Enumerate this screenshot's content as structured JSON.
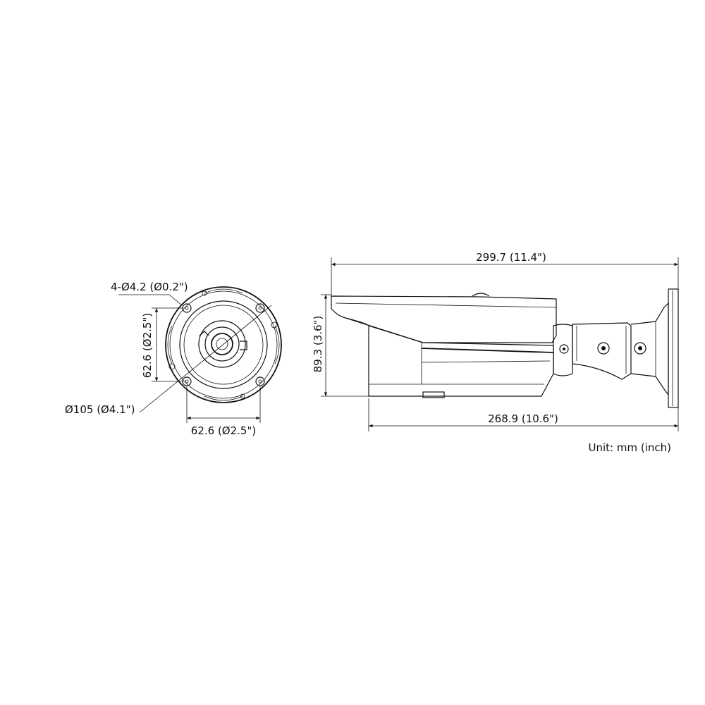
{
  "front_view": {
    "hole_label": "4-Ø4.2 (Ø0.2\")",
    "vertical_spacing_label": "62.6 (Ø2.5\")",
    "diameter_label": "Ø105 (Ø4.1\")",
    "horizontal_spacing_label": "62.6 (Ø2.5\")"
  },
  "side_view": {
    "overall_length_label": "299.7 (11.4\")",
    "height_label": "89.3 (3.6\")",
    "body_length_label": "268.9 (10.6\")"
  },
  "unit_note": "Unit: mm (inch)",
  "colors": {
    "line": "#111111",
    "background": "#ffffff"
  }
}
